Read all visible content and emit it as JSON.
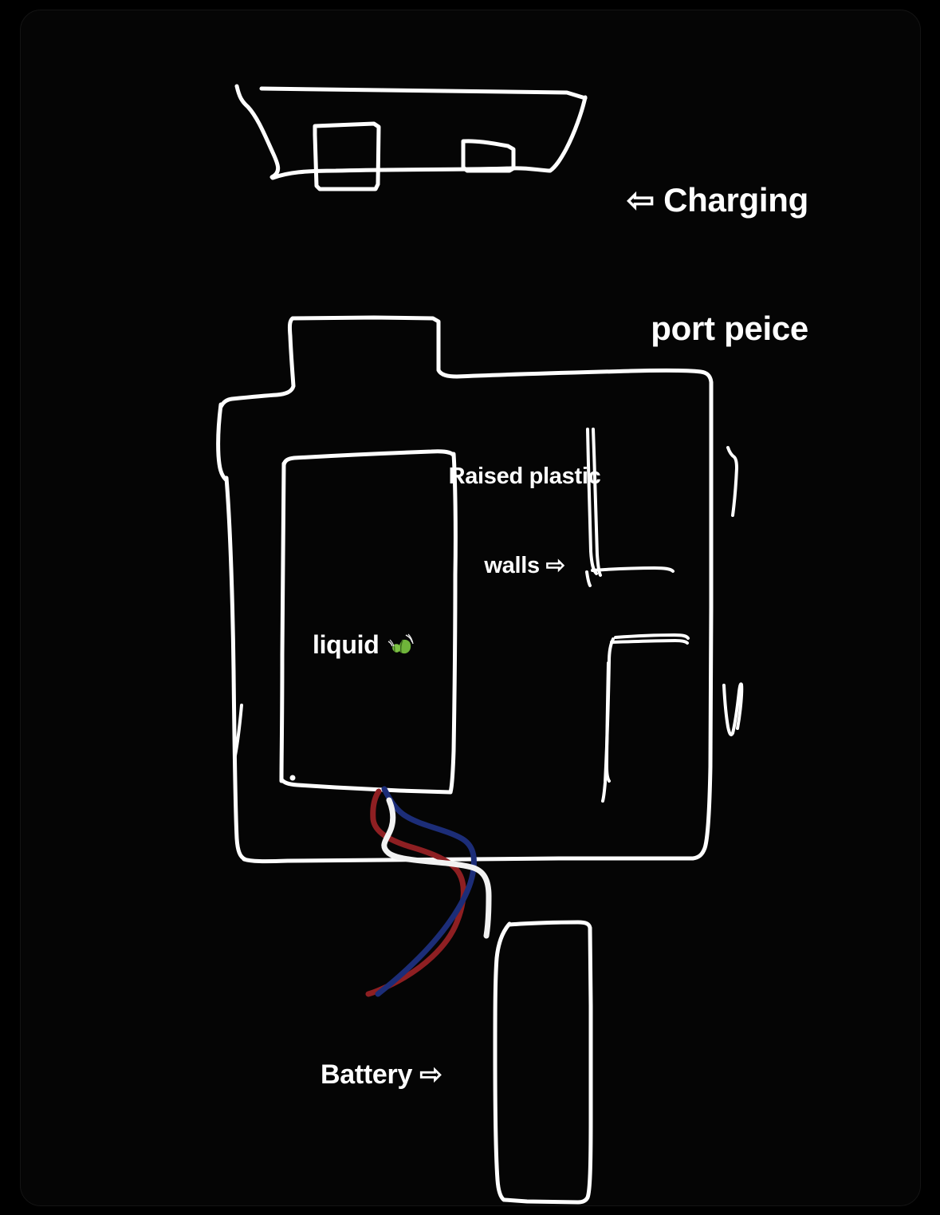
{
  "canvas": {
    "background_color": "#000000",
    "surface_color": "#050505",
    "ink_color": "#ffffff"
  },
  "annotations": {
    "charging_port": {
      "line1": "⇦ Charging",
      "line2": "port peice",
      "arrow_icon": "arrow-left-open",
      "full_text": "⇦ Charging port peice"
    },
    "raised_walls": {
      "line1": "Raised plastic",
      "line2": "walls ⇨",
      "arrow_icon": "arrow-right-open",
      "full_text": "Raised plastic walls ⇨"
    },
    "liquid": {
      "text": "liquid",
      "emoji": "🍃",
      "emoji_name": "leaf-fluttering-in-wind",
      "emoji_color": "#76c043"
    },
    "battery": {
      "text": "Battery ⇨",
      "arrow_icon": "arrow-right-open"
    }
  },
  "wires": {
    "red": {
      "color": "#8e1f22",
      "name": "red-wire"
    },
    "blue": {
      "color": "#1c2d78",
      "name": "blue-wire"
    },
    "white": {
      "color": "#f2f2f2",
      "name": "white-wire"
    }
  },
  "parts": {
    "charging_port_piece": "charging-port-piece-sketch",
    "main_body": "device-main-body-sketch",
    "liquid_chamber": "liquid-chamber-sketch",
    "raised_wall_top": "raised-wall-top-sketch",
    "raised_wall_bottom": "raised-wall-bottom-sketch",
    "edge_tick_upper": "edge-tick-upper",
    "edge_tick_lower": "edge-tick-lower",
    "battery_cell": "battery-cell-sketch"
  }
}
